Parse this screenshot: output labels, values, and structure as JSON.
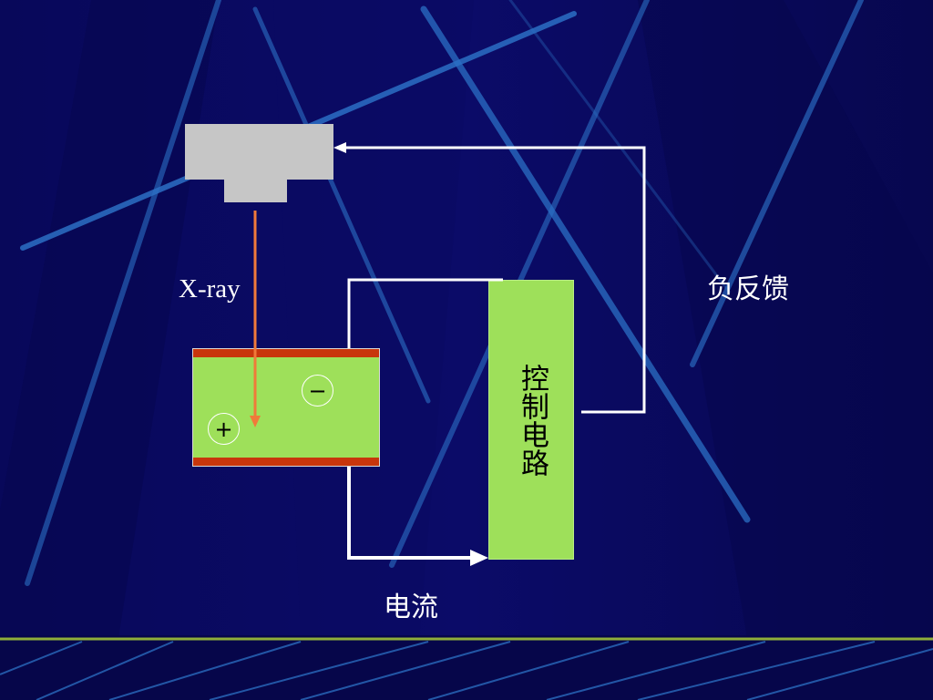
{
  "labels": {
    "xray": "X-ray",
    "negative_feedback": "负反馈",
    "current": "电流",
    "control_circuit": "控制电路"
  },
  "charges": {
    "negative": "−",
    "positive": "+"
  },
  "colors": {
    "background": "#0a0a5e",
    "green_box": "#9ee05a",
    "electrode": "#c8360c",
    "source": "#c6c6c6",
    "xray_beam": "#f07a3a",
    "wire": "#ffffff"
  }
}
